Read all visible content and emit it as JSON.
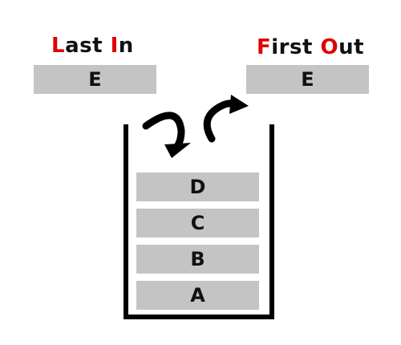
{
  "push": {
    "heading_initial_1": "L",
    "heading_rest_1": "ast ",
    "heading_initial_2": "I",
    "heading_rest_2": "n",
    "element": "E"
  },
  "pop": {
    "heading_initial_1": "F",
    "heading_rest_1": "irst ",
    "heading_initial_2": "O",
    "heading_rest_2": "ut",
    "element": "E"
  },
  "stack": {
    "items": [
      "D",
      "C",
      "B",
      "A"
    ]
  },
  "colors": {
    "accent": "#e00000",
    "block_fill": "#c4c4c4",
    "outline": "#000000"
  }
}
